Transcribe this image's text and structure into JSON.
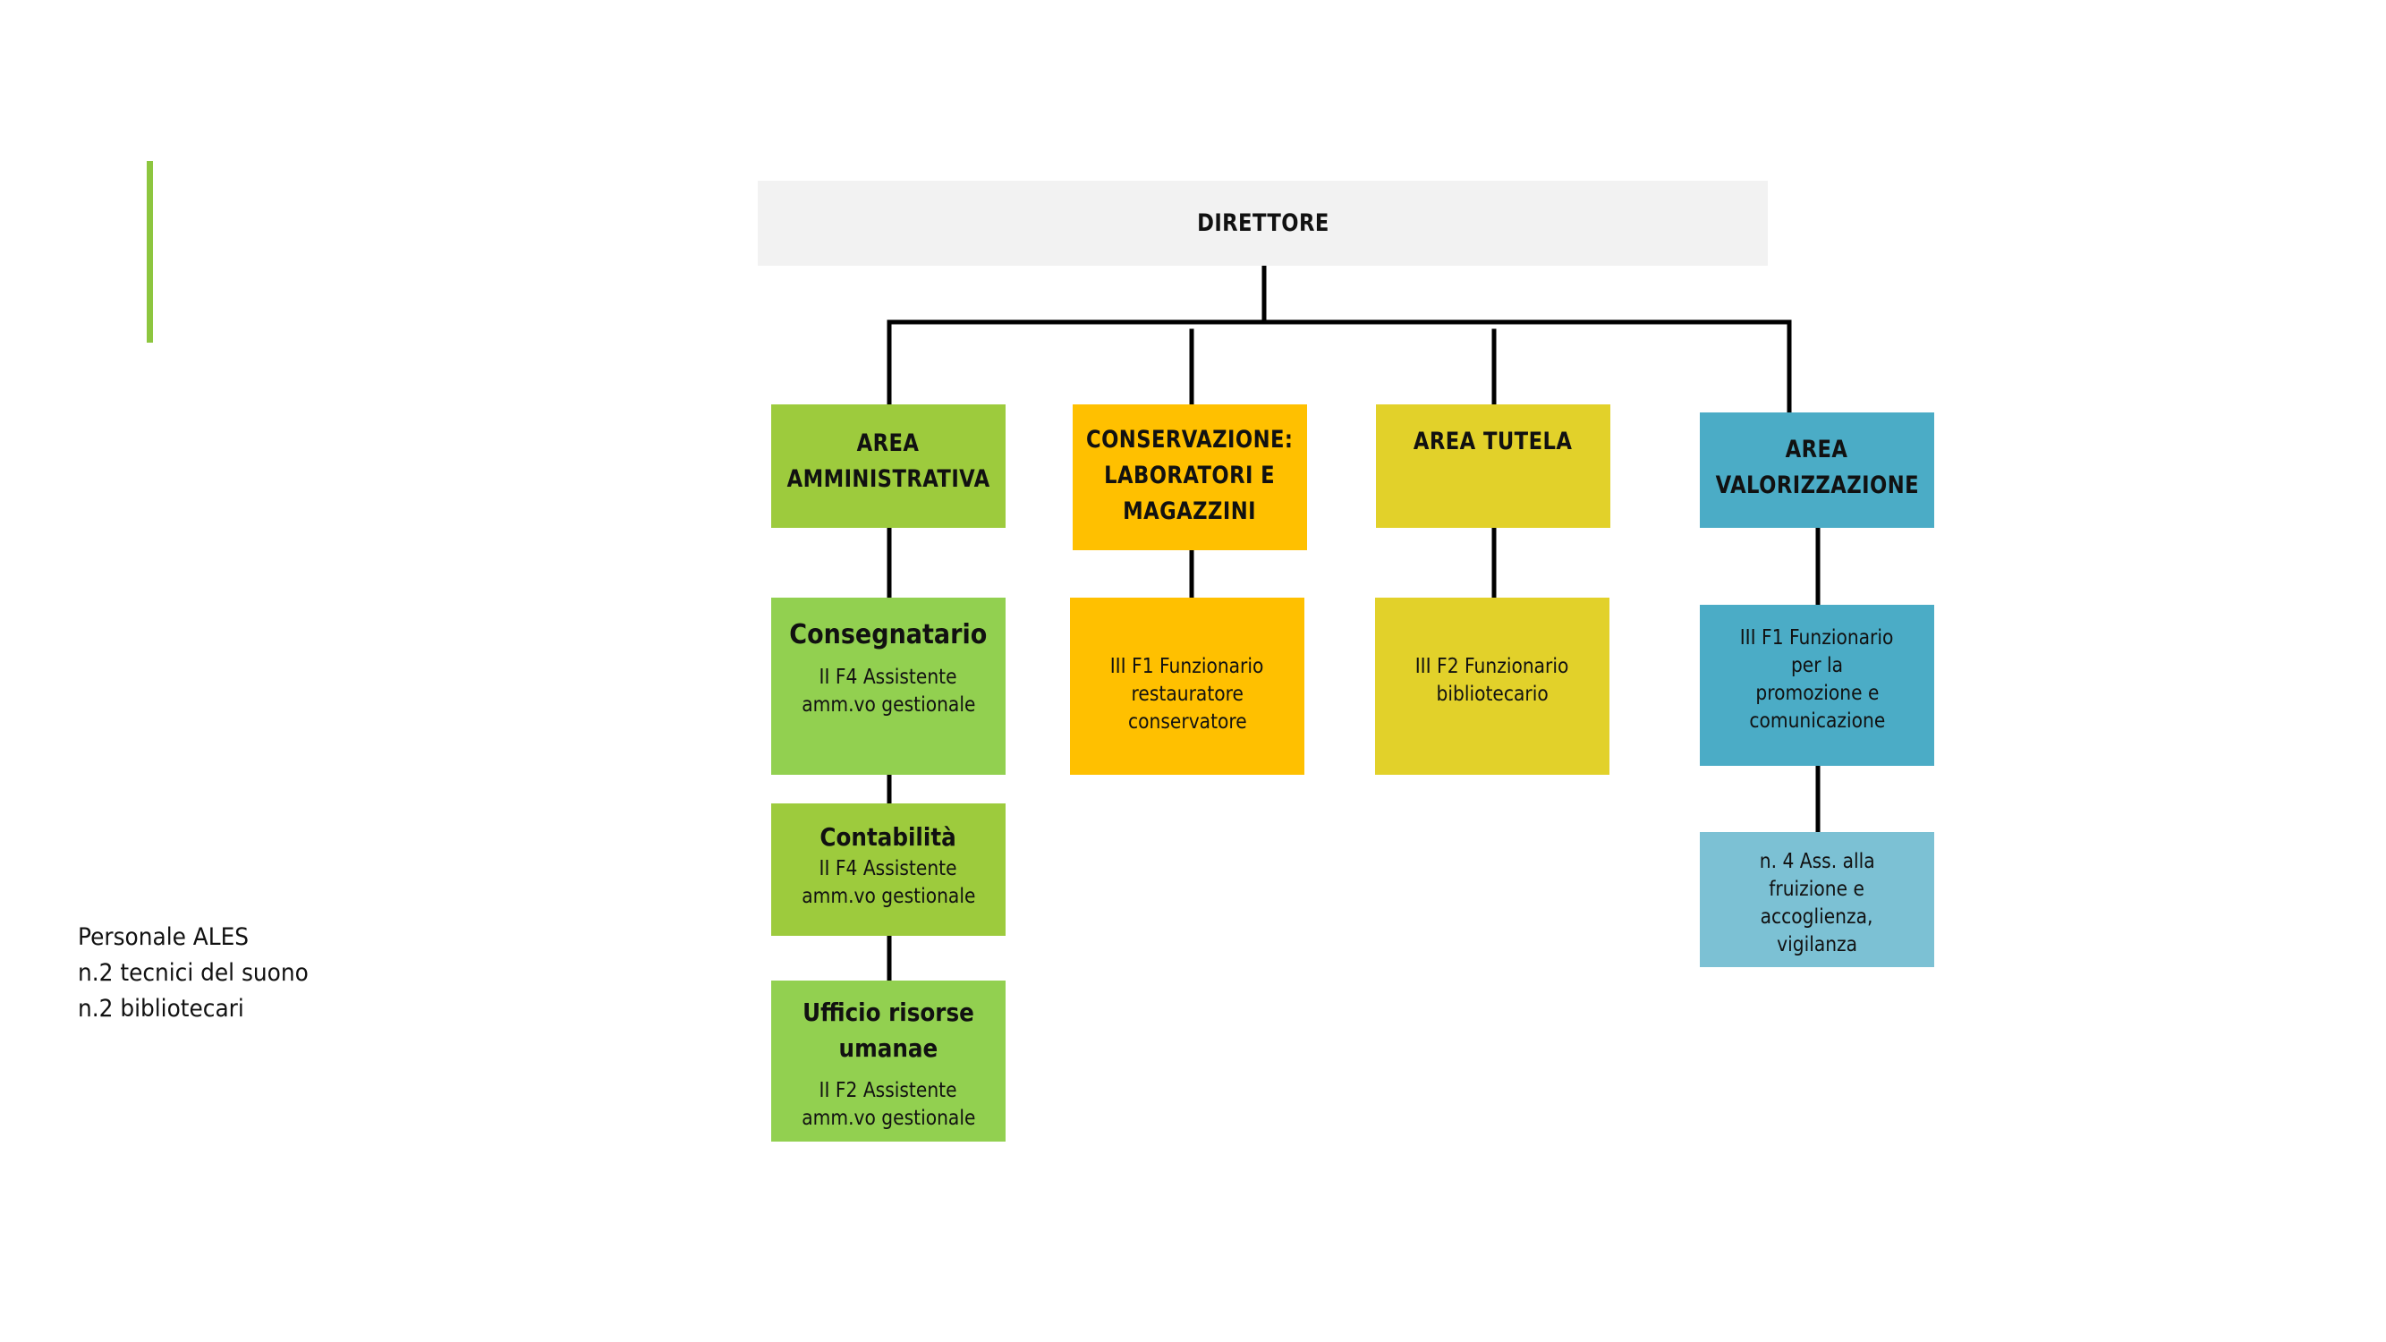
{
  "colors": {
    "accent": "#8dc63f",
    "director_bg": "#f2f2f2",
    "area_green": "#9dcb3d",
    "sub_green": "#92d050",
    "orange": "#ffc000",
    "yellow": "#e2d12a",
    "blue": "#4bacc6",
    "light_blue": "#7cc1d4",
    "lines": "#000000"
  },
  "director": {
    "label": "DIRETTORE"
  },
  "areas": [
    {
      "title_lines": [
        "AREA",
        "AMMINISTRATIVA"
      ],
      "children": [
        {
          "title_lines": [
            "Consegnatario"
          ],
          "desc_lines": [
            "II F4 Assistente",
            "amm.vo gestionale"
          ]
        },
        {
          "title_lines": [
            "Contabilità"
          ],
          "desc_lines": [
            "II F4 Assistente",
            "amm.vo gestionale"
          ]
        },
        {
          "title_lines": [
            "Ufficio risorse",
            "umanae"
          ],
          "desc_lines": [
            "II F2 Assistente",
            "amm.vo gestionale"
          ]
        }
      ]
    },
    {
      "title_lines": [
        "CONSERVAZIONE:",
        "LABORATORI E",
        "MAGAZZINI"
      ],
      "children": [
        {
          "title_lines": [],
          "desc_lines": [
            "III F1 Funzionario",
            "restauratore",
            "conservatore"
          ]
        }
      ]
    },
    {
      "title_lines": [
        "AREA TUTELA"
      ],
      "children": [
        {
          "title_lines": [],
          "desc_lines": [
            "III F2 Funzionario",
            "bibliotecario"
          ]
        }
      ]
    },
    {
      "title_lines": [
        "AREA",
        "VALORIZZAZIONE"
      ],
      "children": [
        {
          "title_lines": [],
          "desc_lines": [
            "III F1 Funzionario",
            "per la",
            "promozione e",
            "comunicazione"
          ]
        },
        {
          "title_lines": [],
          "desc_lines": [
            "n. 4 Ass. alla",
            "fruizione e",
            "accoglienza,",
            "vigilanza"
          ]
        }
      ]
    }
  ],
  "side_note": {
    "lines": [
      "Personale ALES",
      "n.2 tecnici del suono",
      "n.2 bibliotecari"
    ]
  }
}
